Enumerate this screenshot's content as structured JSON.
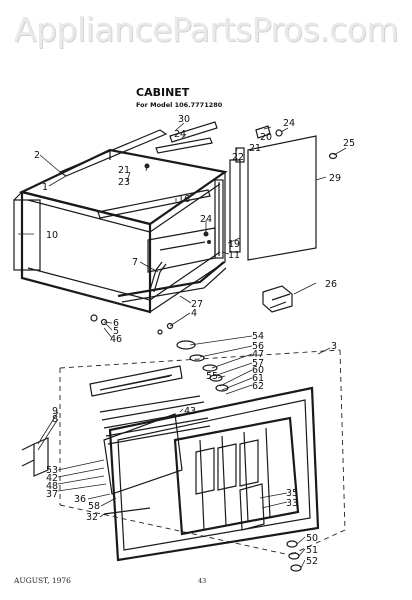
{
  "watermark": "AppliancePartsPros.com",
  "title": "CABINET",
  "subtitle": "For Model 106.7771280",
  "footer": {
    "date": "AUGUST, 1976",
    "page": "43"
  },
  "callouts": [
    {
      "id": "30"
    },
    {
      "id": "24a",
      "label": "24"
    },
    {
      "id": "20"
    },
    {
      "id": "24b",
      "label": "24"
    },
    {
      "id": "21a",
      "label": "21"
    },
    {
      "id": "22"
    },
    {
      "id": "25"
    },
    {
      "id": "2"
    },
    {
      "id": "21b",
      "label": "21"
    },
    {
      "id": "23"
    },
    {
      "id": "1"
    },
    {
      "id": "16"
    },
    {
      "id": "29"
    },
    {
      "id": "10"
    },
    {
      "id": "24c",
      "label": "24"
    },
    {
      "id": "19"
    },
    {
      "id": "11"
    },
    {
      "id": "7"
    },
    {
      "id": "26"
    },
    {
      "id": "27"
    },
    {
      "id": "4"
    },
    {
      "id": "6"
    },
    {
      "id": "5"
    },
    {
      "id": "46"
    },
    {
      "id": "3"
    },
    {
      "id": "54"
    },
    {
      "id": "56"
    },
    {
      "id": "47"
    },
    {
      "id": "57"
    },
    {
      "id": "55"
    },
    {
      "id": "60"
    },
    {
      "id": "61"
    },
    {
      "id": "62"
    },
    {
      "id": "9"
    },
    {
      "id": "8"
    },
    {
      "id": "43"
    },
    {
      "id": "53"
    },
    {
      "id": "42"
    },
    {
      "id": "48"
    },
    {
      "id": "37"
    },
    {
      "id": "36"
    },
    {
      "id": "58"
    },
    {
      "id": "35"
    },
    {
      "id": "33"
    },
    {
      "id": "32"
    },
    {
      "id": "50"
    },
    {
      "id": "51"
    },
    {
      "id": "52"
    }
  ]
}
